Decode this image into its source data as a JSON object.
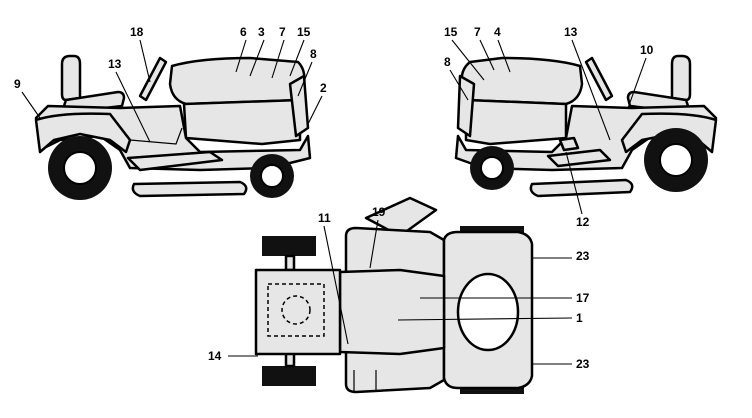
{
  "callouts": {
    "left_view": {
      "c18": "18",
      "c6": "6",
      "c3": "3",
      "c7": "7",
      "c15": "15",
      "c8": "8",
      "c9": "9",
      "c13": "13",
      "c2": "2"
    },
    "right_view": {
      "c15": "15",
      "c7": "7",
      "c4": "4",
      "c13": "13",
      "c8": "8",
      "c10": "10",
      "c12": "12"
    },
    "top_view": {
      "c11": "11",
      "c19": "19",
      "c23_top": "23",
      "c17": "17",
      "c1": "1",
      "c14": "14",
      "c23_bottom": "23"
    }
  }
}
